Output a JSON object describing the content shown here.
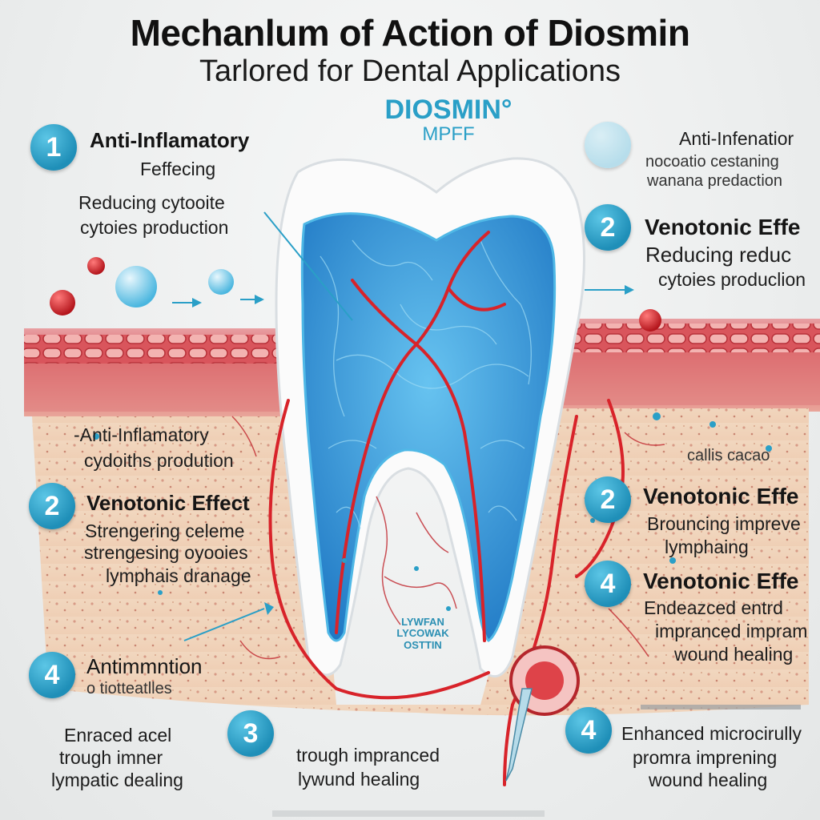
{
  "title": "Mechanlum of Action of Diosmin",
  "subtitle": "Tarlored for Dental Applications",
  "brand": {
    "name": "DIOSMIN°",
    "sub": "MPFF"
  },
  "left": [
    {
      "number": "1",
      "heading": "Anti-Inflamatory",
      "lines": [
        "Feffecing",
        "Reducing cytooite",
        "cytoies production"
      ]
    },
    {
      "number": "",
      "heading": "",
      "lines": [
        "-Anti-Inflamatory",
        "cydoiths prodution"
      ]
    },
    {
      "number": "2",
      "heading": "Venotonic Effect",
      "lines": [
        "Strengering celeme",
        "strengesing oyooies",
        "lymphais dranage"
      ]
    },
    {
      "number": "4",
      "heading": "Antimmntion",
      "lines": [
        "o tiotteatlles"
      ]
    },
    {
      "number": "",
      "heading": "",
      "lines": [
        "Enraced acel",
        "trough imner",
        "lympatic dealing"
      ]
    }
  ],
  "center_bottom": {
    "number": "3",
    "lines": [
      "trough impranced",
      "lywund healing"
    ]
  },
  "center_label": [
    "LYWFAN",
    "LYCOWAK",
    "OSTTIN"
  ],
  "right": [
    {
      "number": "",
      "heading": "",
      "lines": [
        "Anti-Infenatior",
        "nocoatio cestaning",
        "wanana predaction"
      ]
    },
    {
      "number": "2",
      "heading": "Venotonic Effe",
      "lines": [
        "Reducing reduc",
        "cytoies produclion"
      ]
    },
    {
      "number": "",
      "heading": "",
      "lines": [
        "callis cacao"
      ]
    },
    {
      "number": "2",
      "heading": "Venotonic Effe",
      "lines": [
        "Brouncing impreve",
        "lymphaing"
      ]
    },
    {
      "number": "4",
      "heading": "Venotonic Effe",
      "lines": [
        "Endeazced entrd",
        "impranced impram",
        "wound healing"
      ]
    },
    {
      "number": "4",
      "heading": "",
      "lines": [
        "Enhanced microcirully",
        "promra imprening",
        "wound healing"
      ]
    }
  ],
  "colors": {
    "accent": "#2a9fc7",
    "vessel": "#d8232a",
    "pulp": "#2f8fd0",
    "gum": "#d9555c"
  }
}
